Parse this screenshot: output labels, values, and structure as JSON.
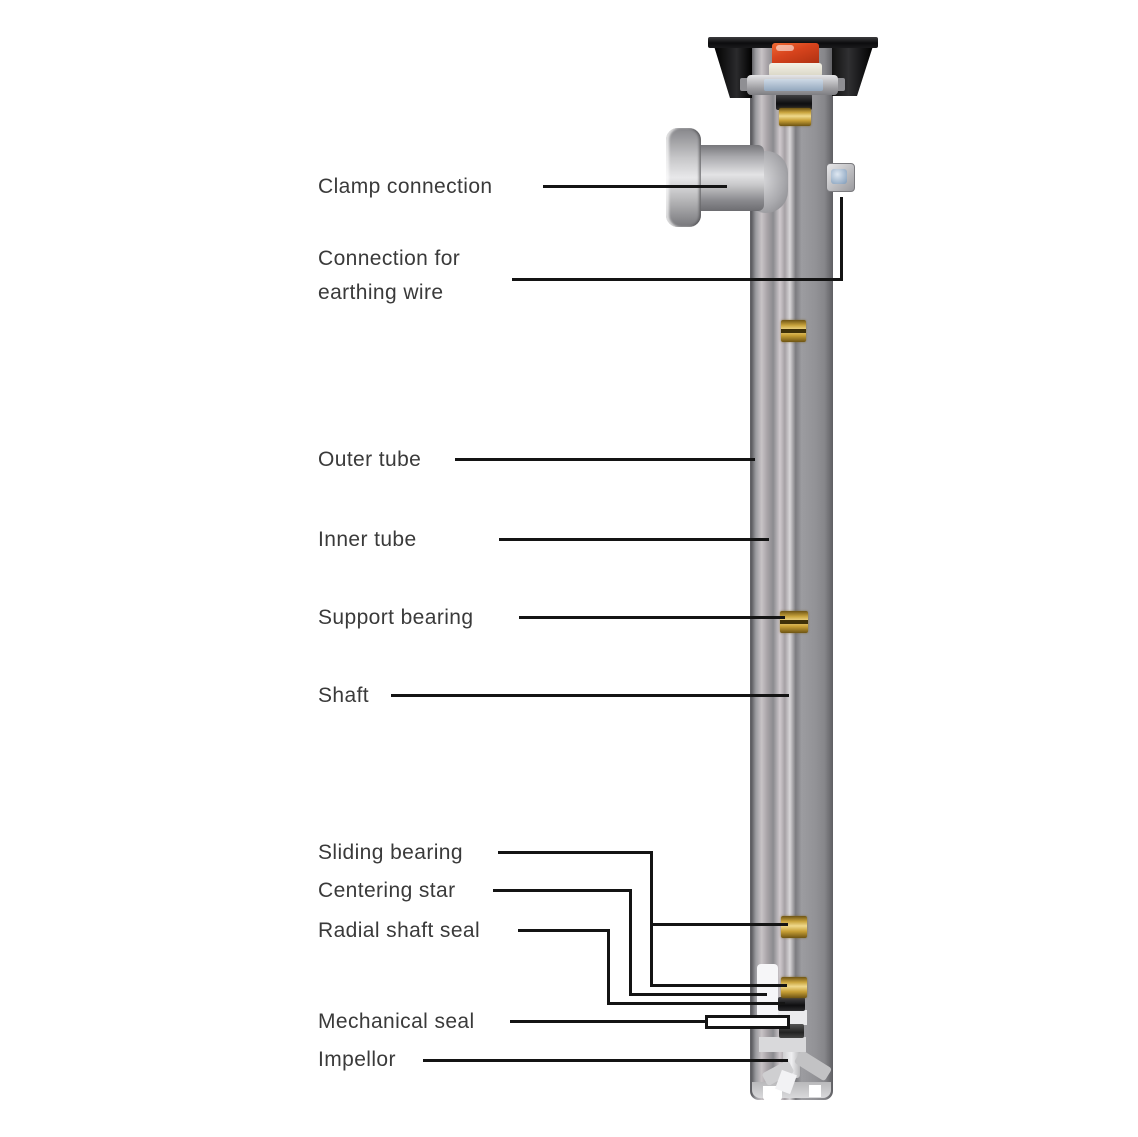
{
  "figure": {
    "kind": "labeled cutaway diagram of a vertical drum pump"
  },
  "labels": {
    "clamp_connection": "Clamp connection",
    "earthing_connection_line1": "Connection for",
    "earthing_connection_line2": "earthing wire",
    "outer_tube": "Outer tube",
    "inner_tube": "Inner tube",
    "support_bearing": "Support bearing",
    "shaft": "Shaft",
    "sliding_bearing": "Sliding bearing",
    "centering_star": "Centering star",
    "radial_shaft_seal": "Radial shaft seal",
    "mechanical_seal": "Mechanical seal",
    "impellor": "Impellor"
  },
  "colors": {
    "background": "#ffffff",
    "label_text": "#3a3a3a",
    "leader_line": "#141414",
    "flange_black": "#0c0c0e",
    "knob_red": "#d8441d",
    "bearing_gold": "#c9a43c",
    "seal_black": "#1a1a1c",
    "tube_gray": "#98989c",
    "earthing_screw_blue": "#8fa6c0"
  }
}
